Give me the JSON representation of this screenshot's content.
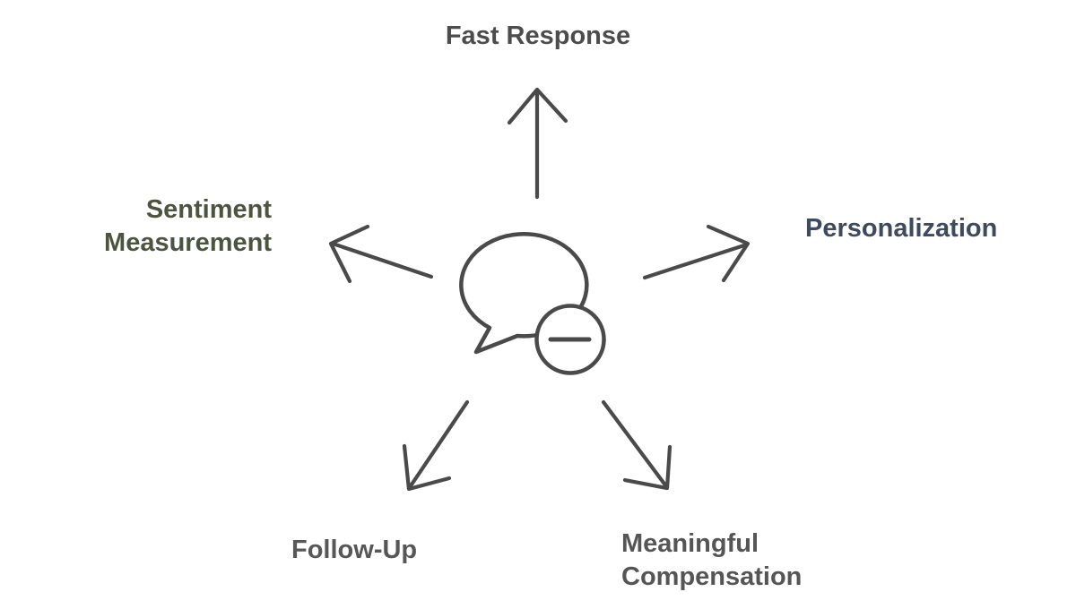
{
  "diagram": {
    "background": "#ffffff",
    "stroke": "#4a4a4a",
    "center_icon": "chat-bubble-minus-icon",
    "nodes": {
      "top": {
        "label": "Fast Response",
        "color": "#4c4c4c",
        "position": "top"
      },
      "left": {
        "label": "Sentiment\nMeasurement",
        "color": "#4e5340",
        "position": "left"
      },
      "right": {
        "label": "Personalization",
        "color": "#3e4a5e",
        "position": "right"
      },
      "bottom_left": {
        "label": "Follow-Up",
        "color": "#575757",
        "position": "bottom-left"
      },
      "bottom_right": {
        "label": "Meaningful\nCompensation",
        "color": "#555555",
        "position": "bottom-right"
      }
    }
  }
}
